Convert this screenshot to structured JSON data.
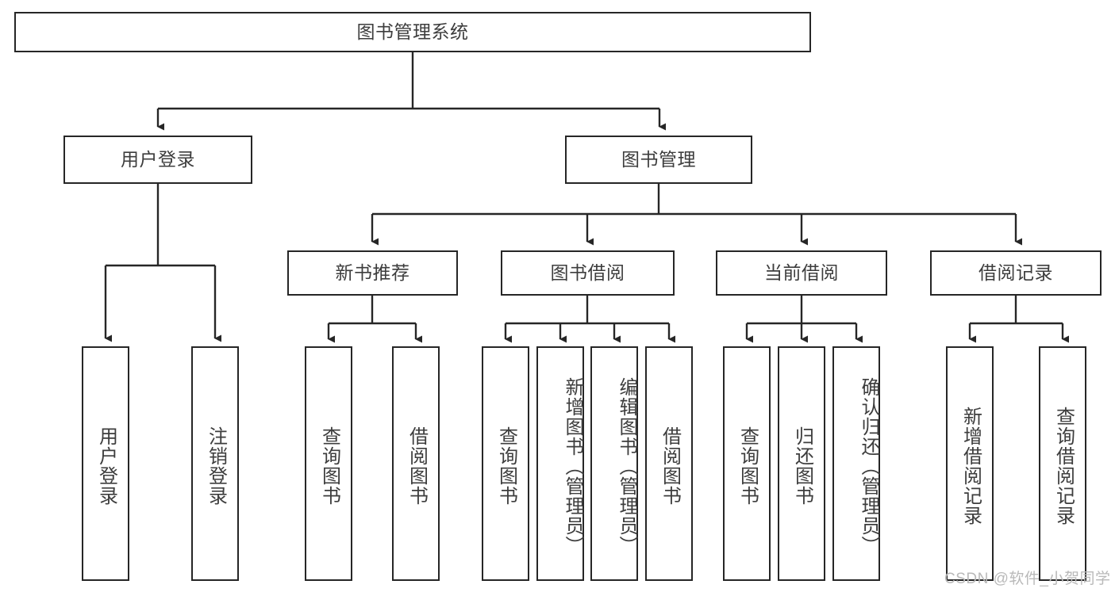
{
  "diagram": {
    "type": "hierarchy-tree",
    "title": "图书管理系统",
    "root": {
      "label": "图书管理系统"
    },
    "level2": [
      {
        "label": "用户登录"
      },
      {
        "label": "图书管理"
      }
    ],
    "level3": [
      {
        "label": "新书推荐"
      },
      {
        "label": "图书借阅"
      },
      {
        "label": "当前借阅"
      },
      {
        "label": "借阅记录"
      }
    ],
    "leaves": {
      "user_login": [
        {
          "label": "用户登录"
        },
        {
          "label": "注销登录"
        }
      ],
      "new_book_recommend": [
        {
          "label": "查询图书"
        },
        {
          "label": "借阅图书"
        }
      ],
      "book_borrow": [
        {
          "label": "查询图书"
        },
        {
          "label": "新增图书（管理员）"
        },
        {
          "label": "编辑图书（管理员）"
        },
        {
          "label": "借阅图书"
        }
      ],
      "current_borrow": [
        {
          "label": "查询图书"
        },
        {
          "label": "归还图书"
        },
        {
          "label": "确认归还（管理员）"
        }
      ],
      "borrow_records": [
        {
          "label": "新增借阅记录"
        },
        {
          "label": "查询借阅记录"
        }
      ]
    }
  },
  "watermark": {
    "text": "CSDN @软件_小贺同学"
  },
  "colors": {
    "stroke": "#262626",
    "text": "#3d3d3d",
    "background": "#ffffff",
    "watermark": "#b9b9b9"
  }
}
